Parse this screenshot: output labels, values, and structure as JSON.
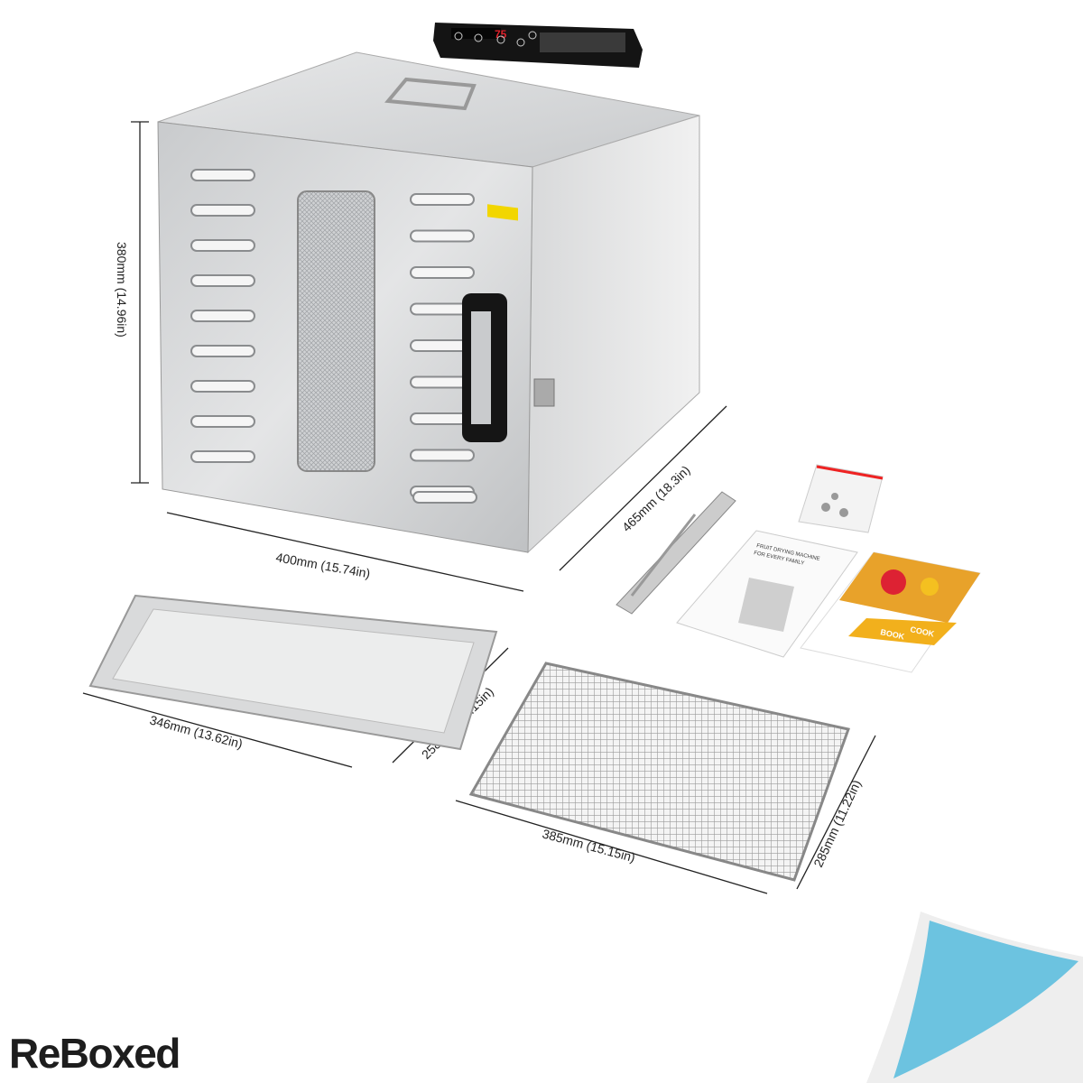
{
  "product": {
    "control_panel_display": "75",
    "manual_title_line1": "FRUIT DRYING MACHINE",
    "manual_title_line2": "FOR EVERY FAMILY",
    "cookbook_title_line1": "COOK",
    "cookbook_title_line2": "BOOK"
  },
  "dimensions": {
    "height": "380mm (14.96in)",
    "width": "400mm (15.74in)",
    "depth": "465mm (18.3in)",
    "tray_length": "346mm (13.62in)",
    "tray_width": "258mm (10.15in)",
    "rack_length": "385mm (15.15in)",
    "rack_width": "285mm (11.22in)"
  },
  "brand": {
    "logo_text": "ReBoxed",
    "corner_accent_color": "#6cc3e0"
  },
  "colors": {
    "steel": "#d4d6d8",
    "panel": "#111111",
    "display": "#e0202a"
  }
}
